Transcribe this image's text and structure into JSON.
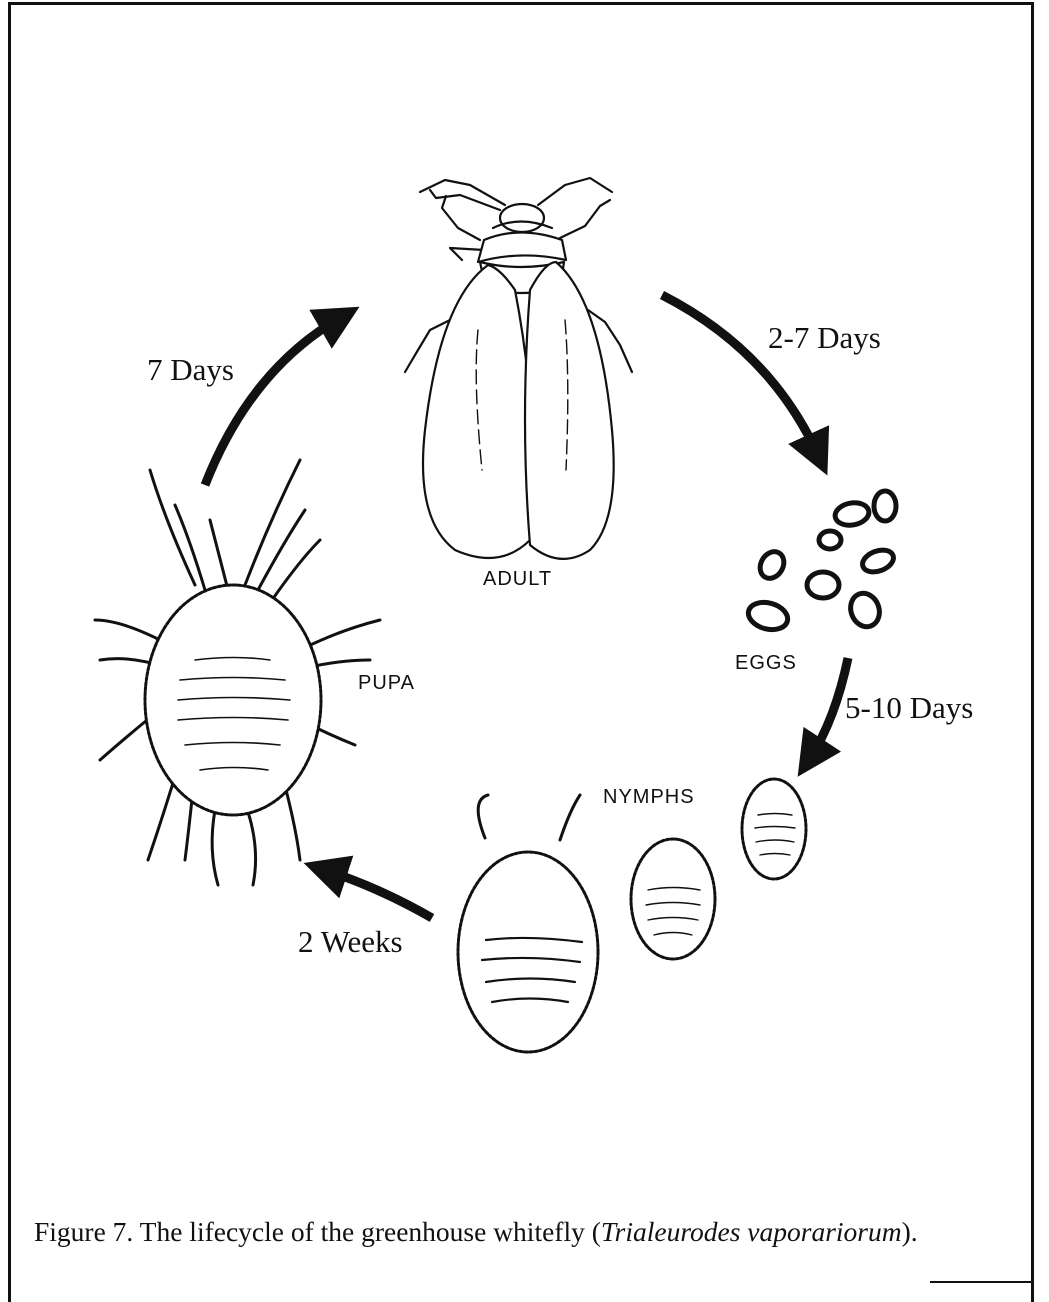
{
  "stages": {
    "adult": "ADULT",
    "eggs": "EGGS",
    "nymphs": "NYMPHS",
    "pupa": "PUPA"
  },
  "durations": {
    "adult_to_eggs": "2-7 Days",
    "eggs_to_nymphs": "5-10 Days",
    "nymphs_to_pupa": "2 Weeks",
    "pupa_to_adult": "7 Days"
  },
  "caption": {
    "prefix": "Figure 7.  The lifecycle of the greenhouse whitefly (",
    "species": "Trialeurodes vaporariorum",
    "suffix": ")."
  },
  "colors": {
    "ink": "#111111",
    "background": "#ffffff"
  }
}
